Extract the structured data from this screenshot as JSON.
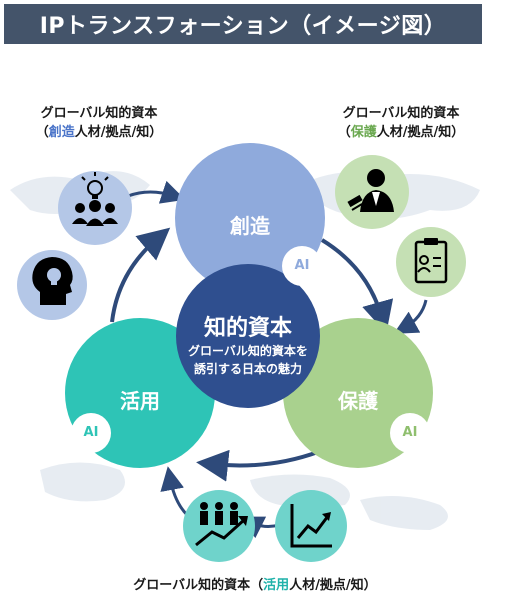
{
  "title": "IPトランスフォーション（イメージ図）",
  "captions": {
    "create": {
      "line1": "グローバル知的資本",
      "open": "（",
      "highlight": "創造",
      "rest": "人材/拠点/知）"
    },
    "protect": {
      "line1": "グローバル知的資本",
      "open": "（",
      "highlight": "保護",
      "rest": "人材/拠点/知）"
    },
    "utilize": {
      "prefix": "グローバル知的資本（",
      "highlight": "活用",
      "rest": "人材/拠点/知）"
    }
  },
  "center": {
    "title": "知的資本",
    "subtitle_line1": "グローバル知的資本を",
    "subtitle_line2": "誘引する日本の魅力"
  },
  "nodes": {
    "create": {
      "label": "創造",
      "badge": "AI"
    },
    "protect": {
      "label": "保護",
      "badge": "AI"
    },
    "utilize": {
      "label": "活用",
      "badge": "AI"
    }
  },
  "icons": [
    "team-idea-icon",
    "head-lightbulb-icon",
    "businessman-gavel-icon",
    "clipboard-id-icon",
    "people-growth-icon",
    "line-chart-icon"
  ],
  "colors": {
    "title_bar": "#44546a",
    "create": "#8faadc",
    "protect": "#a9d18e",
    "utilize": "#2ec4b6",
    "center": "#2f4f8f",
    "arrow": "#2e4a7a",
    "highlight_blue": "#4a74c9",
    "highlight_green": "#6aa84f",
    "highlight_teal": "#20b2aa"
  }
}
